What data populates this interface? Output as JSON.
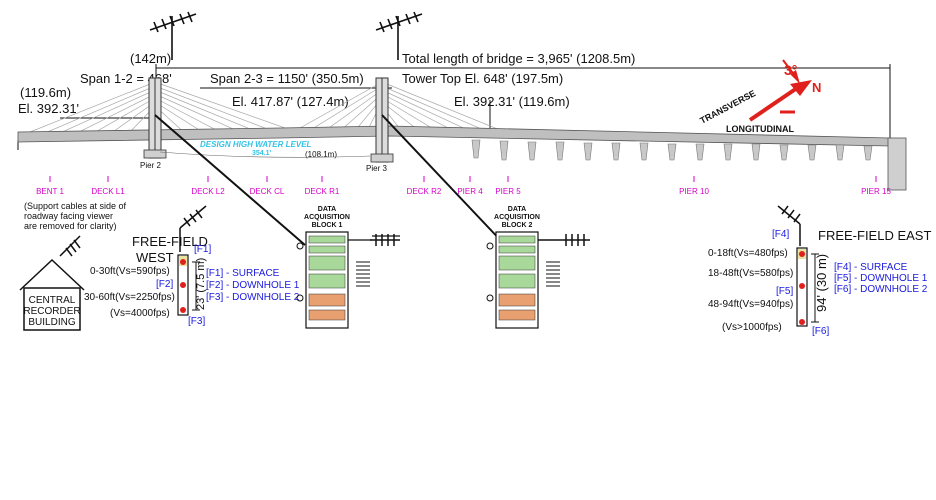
{
  "colors": {
    "label_magenta": "#d400c8",
    "label_blue": "#1a1adf",
    "water_cyan": "#35c3e6",
    "arrow_red": "#e0201c",
    "deck_gray": "#b8b8b8",
    "block_orange": "#e8a070",
    "block_green": "#a9d99a"
  },
  "top_labels": {
    "left_offset": "(142m)",
    "total_length": "Total length of bridge = 3,965' (1208.5m)",
    "span12": "Span 1-2 = 468'",
    "span23": "Span 2-3 = 1150' (350.5m)",
    "tower_top": "Tower Top El. 648' (197.5m)",
    "left_elev_m": "(119.6m)",
    "left_elev": "El. 392.31'",
    "center_elev": "El. 417.87' (127.4m)",
    "right_elev": "El. 392.31' (119.6m)"
  },
  "water": {
    "label": "DESIGN HIGH WATER LEVEL",
    "elev": "354.1'",
    "meters": "(108.1m)"
  },
  "piers_under": {
    "pier2": "Pier 2",
    "pier3": "Pier 3"
  },
  "compass": {
    "angle": "3°",
    "north": "N",
    "transverse": "TRANSVERSE",
    "longitudinal": "LONGITUDINAL"
  },
  "stations": [
    {
      "label": "BENT 1"
    },
    {
      "label": "DECK L1"
    },
    {
      "label": "DECK L2"
    },
    {
      "label": "DECK CL"
    },
    {
      "label": "DECK R1"
    },
    {
      "label": "DECK R2"
    },
    {
      "label": "PIER 4"
    },
    {
      "label": "PIER 5"
    },
    {
      "label": "PIER 10"
    },
    {
      "label": "PIER 15"
    }
  ],
  "note": {
    "line1": "(Support cables at side of",
    "line2": "roadway facing viewer",
    "line3": "are removed for clarity)"
  },
  "building": {
    "line1": "CENTRAL",
    "line2": "RECORDER",
    "line3": "BUILDING"
  },
  "ff_west": {
    "title1": "FREE-FIELD",
    "title2": "WEST",
    "tag_f1": "[F1]",
    "tag_f2": "[F2]",
    "tag_f3": "[F3]",
    "layer1": "0-30ft(Vs=590fps)",
    "layer2": "30-60ft(Vs=2250fps)",
    "layer3": "(Vs=4000fps)",
    "depth": "23' (7.5 m)",
    "leg1": "[F1] - SURFACE",
    "leg2": "[F2] - DOWNHOLE 1",
    "leg3": "[F3] - DOWNHOLE 2"
  },
  "ff_east": {
    "title": "FREE-FIELD EAST",
    "tag_f4": "[F4]",
    "tag_f5": "[F5]",
    "tag_f6": "[F6]",
    "layer1": "0-18ft(Vs=480fps)",
    "layer2": "18-48ft(Vs=580fps)",
    "layer3": "48-94ft(Vs=940fps)",
    "layer4": "(Vs>1000fps)",
    "depth": "94' (30 m)",
    "leg1": "[F4] - SURFACE",
    "leg2": "[F5] - DOWNHOLE 1",
    "leg3": "[F6] - DOWNHOLE 2"
  },
  "daq1": {
    "line1": "DATA",
    "line2": "ACQUISITION",
    "line3": "BLOCK 1"
  },
  "daq2": {
    "line1": "DATA",
    "line2": "ACQUISITION",
    "line3": "BLOCK 2"
  }
}
